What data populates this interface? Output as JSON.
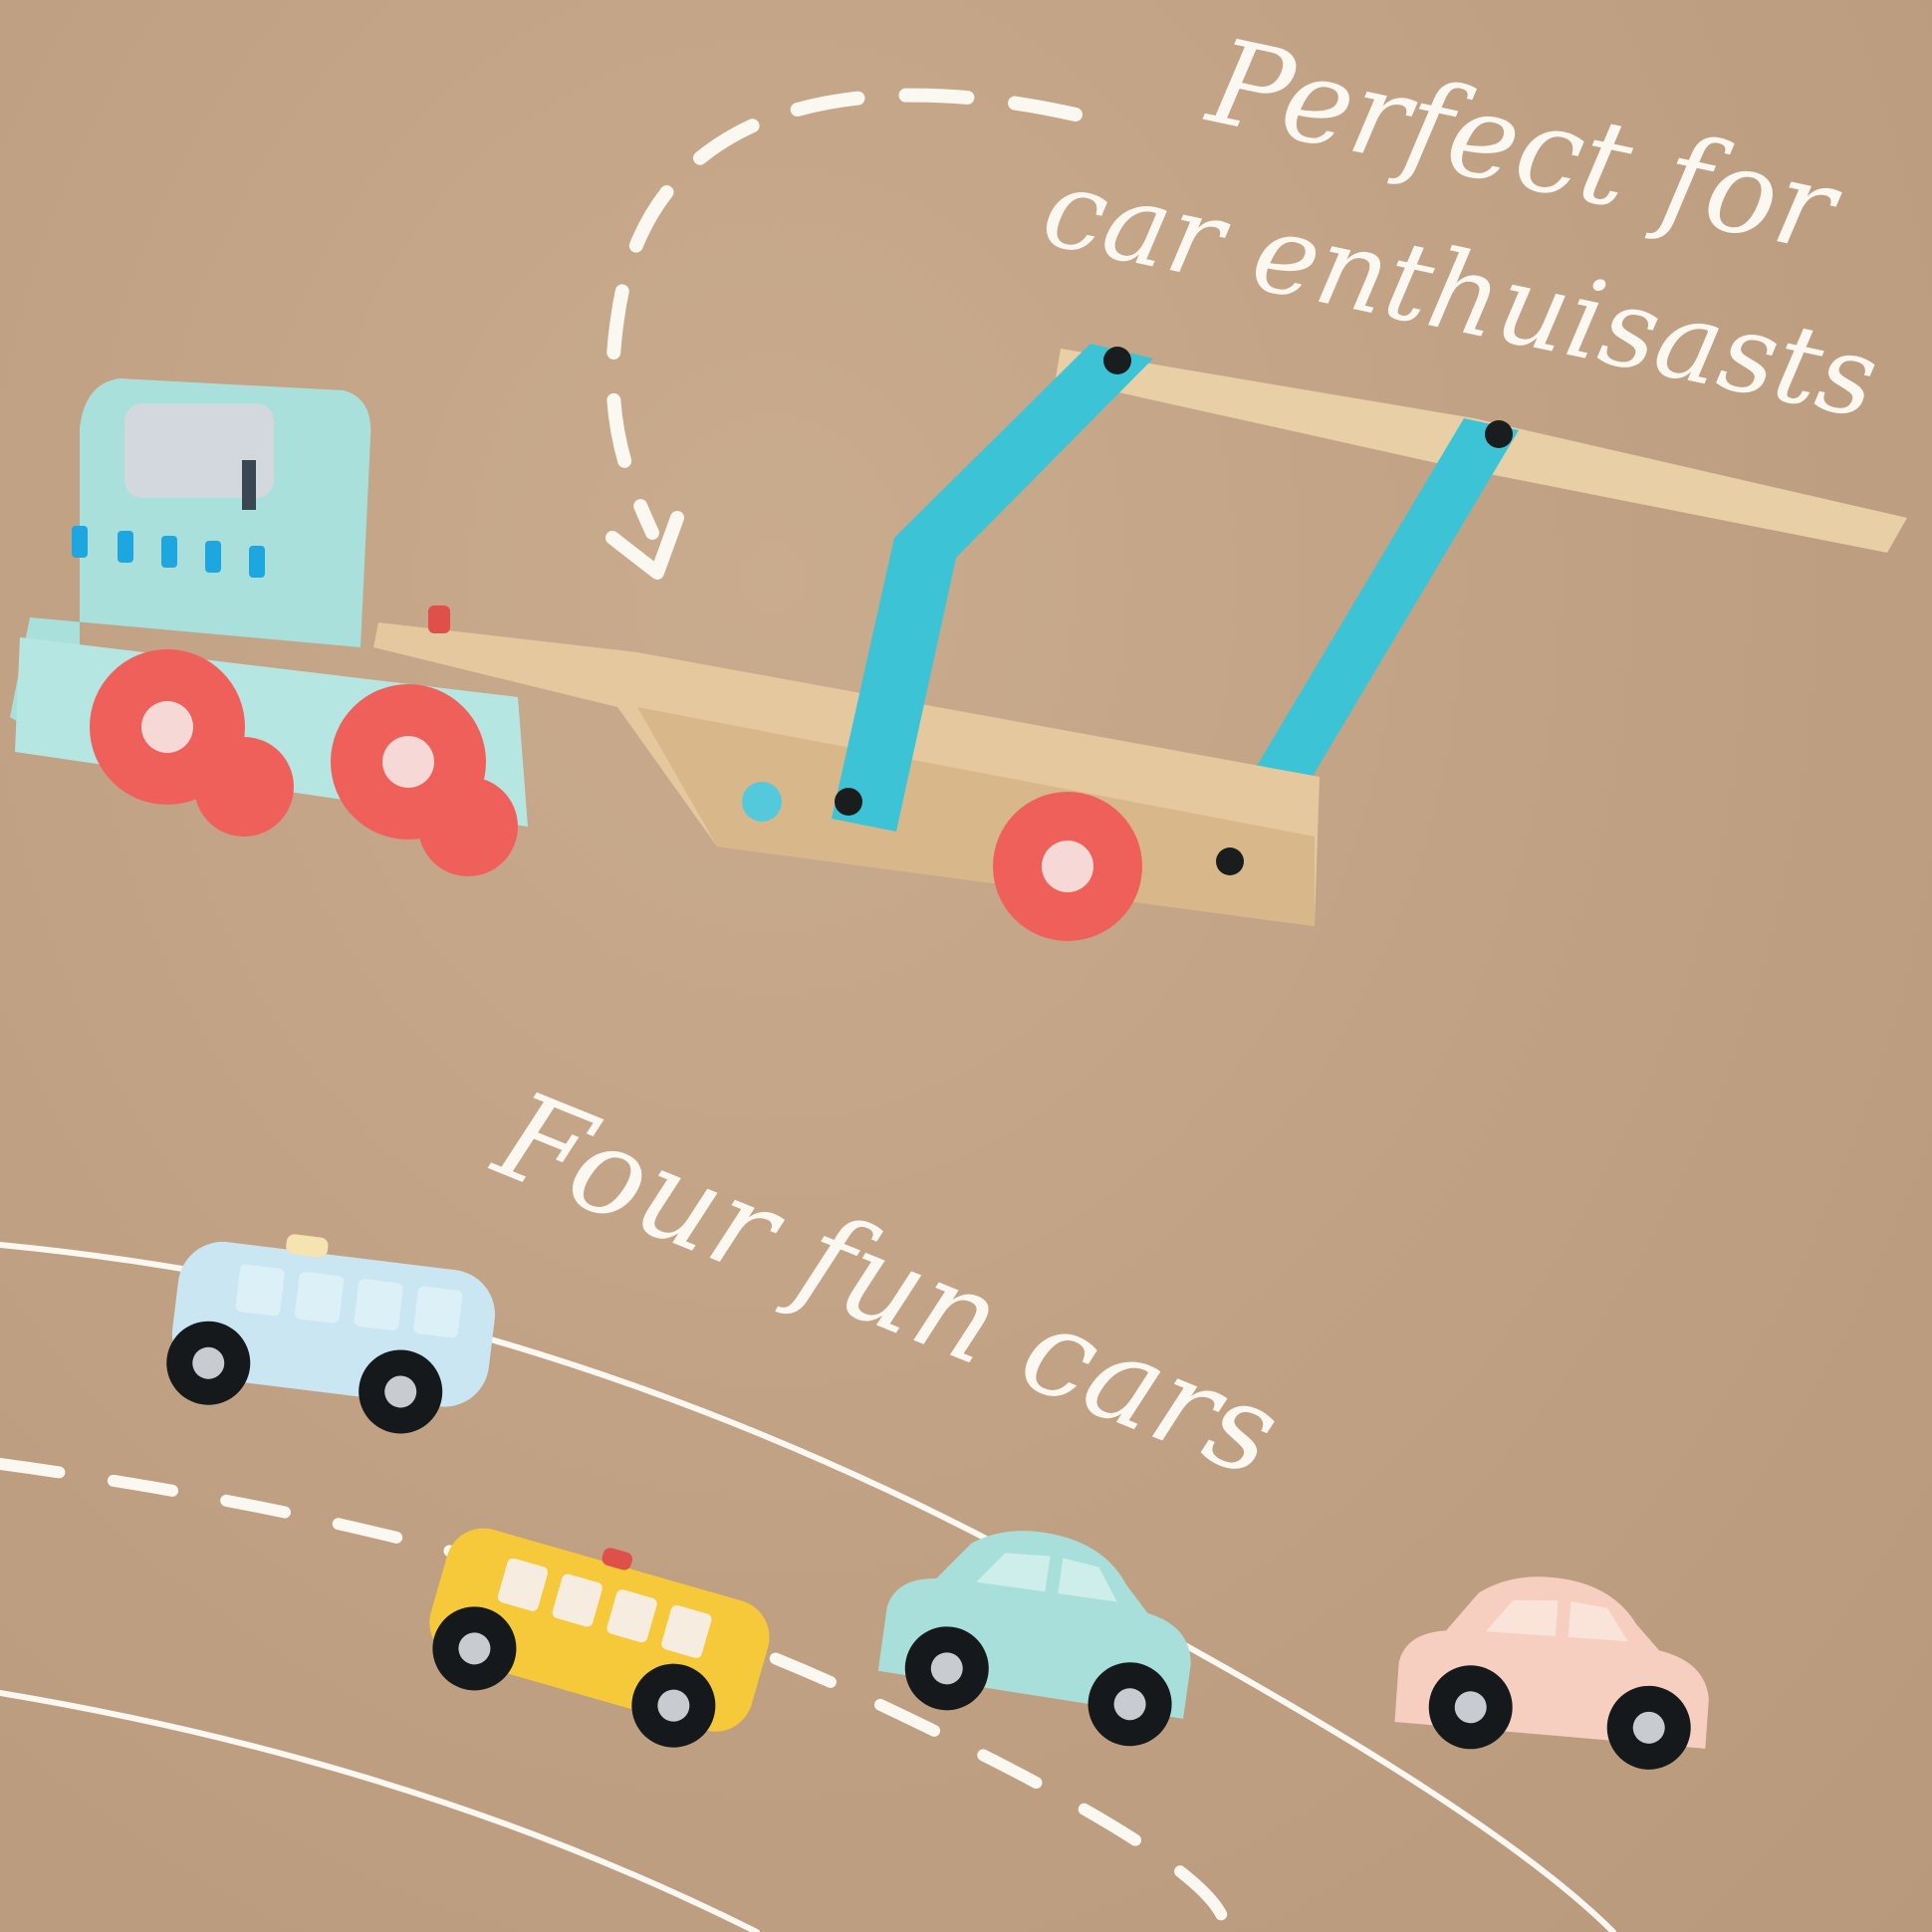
{
  "headline_top": {
    "line1": "Perfect for",
    "line2": "car enthuisasts"
  },
  "headline_bottom": "Four fun cars",
  "colors": {
    "background": "#c2a486",
    "line": "#fbf7f1",
    "cab": "#a9e0dc",
    "arm": "#3cc3d6",
    "wood": "#e8cfa6",
    "wheel": "#f0605a",
    "car_blue": "#c9e6f2",
    "car_yellow": "#f5c93a",
    "car_mint": "#a9dfda",
    "car_peach": "#f6cfc0"
  }
}
